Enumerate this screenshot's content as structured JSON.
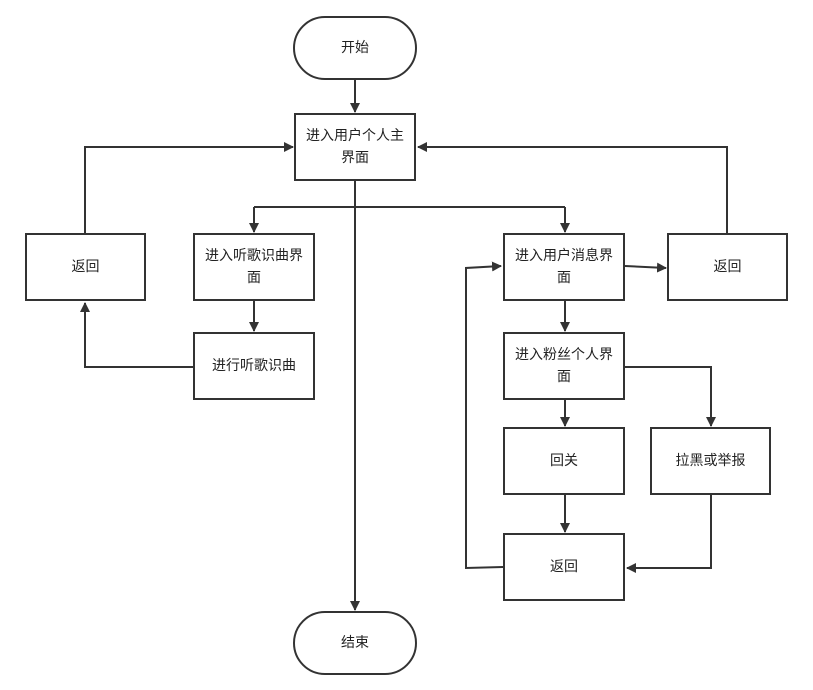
{
  "diagram": {
    "nodes": {
      "start": "开始",
      "enter_user_home": "进入用户个人主界面",
      "back_left": "返回",
      "enter_music_recog": "进入听歌识曲界面",
      "do_music_recog": "进行听歌识曲",
      "enter_user_messages": "进入用户消息界面",
      "back_right": "返回",
      "enter_fan_profile": "进入粉丝个人界面",
      "follow_back": "回关",
      "block_or_report": "拉黑或举报",
      "back_bottom": "返回",
      "end": "结束"
    },
    "colors": {
      "stroke": "#333333",
      "fill": "#ffffff",
      "text": "#222222"
    }
  }
}
